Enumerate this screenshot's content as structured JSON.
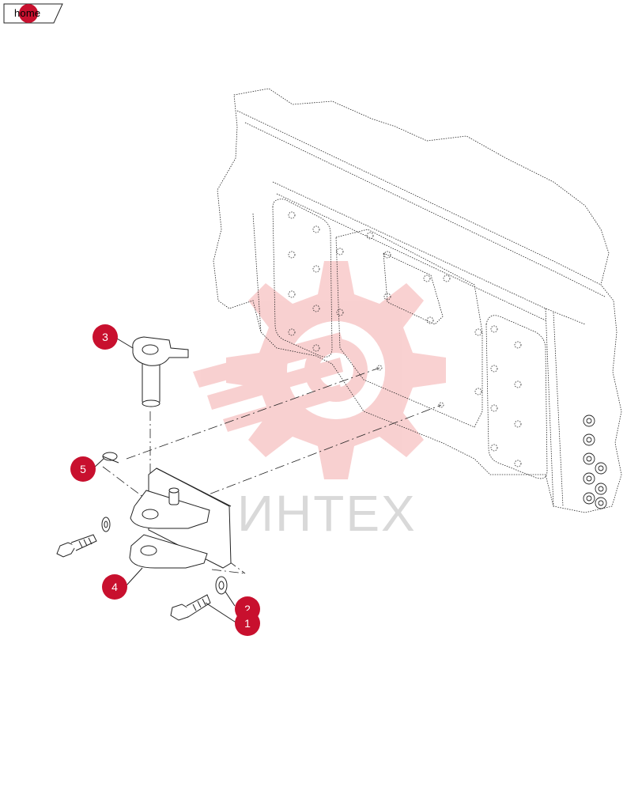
{
  "nav": {
    "home_label": "home"
  },
  "watermark": {
    "text": "ИНТЕХ"
  },
  "callouts": [
    {
      "label": "3"
    },
    {
      "label": "5"
    },
    {
      "label": "4"
    },
    {
      "label": "2"
    },
    {
      "label": "1"
    }
  ],
  "colors": {
    "callout": "#c8102e",
    "watermark_gear": "#f7c5c5",
    "watermark_text": "#d9d9d9",
    "line": "#222222"
  }
}
